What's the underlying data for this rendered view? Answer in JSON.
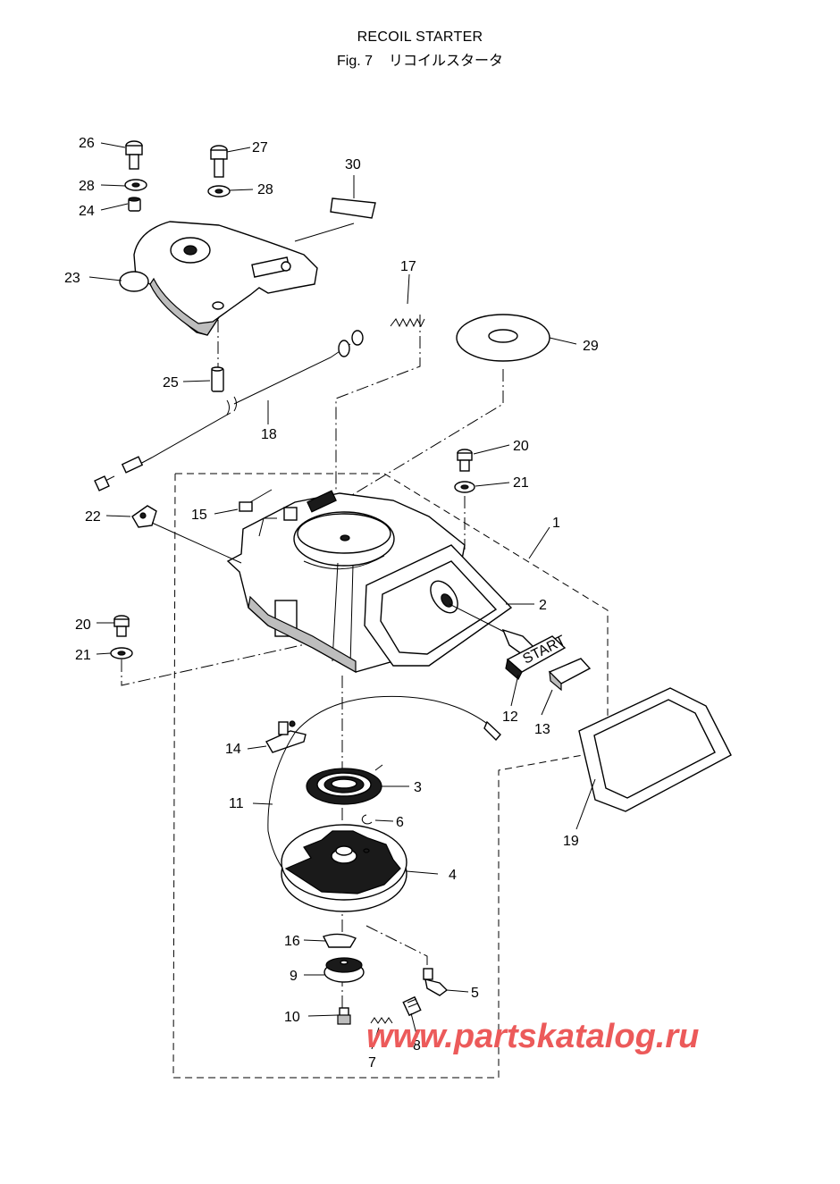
{
  "header": {
    "title": "RECOIL STARTER",
    "fig_label": "Fig. 7",
    "jp_title": "リコイルスタータ"
  },
  "callouts": {
    "c1": "1",
    "c2": "2",
    "c3": "3",
    "c4": "4",
    "c5": "5",
    "c6": "6",
    "c7": "7",
    "c8": "8",
    "c9": "9",
    "c10": "10",
    "c11": "11",
    "c12": "12",
    "c13": "13",
    "c14": "14",
    "c15": "15",
    "c16": "16",
    "c17": "17",
    "c18": "18",
    "c19": "19",
    "c20a": "20",
    "c20b": "20",
    "c21a": "21",
    "c21b": "21",
    "c22": "22",
    "c23": "23",
    "c24": "24",
    "c25": "25",
    "c26": "26",
    "c27": "27",
    "c28a": "28",
    "c28b": "28",
    "c29": "29",
    "c30": "30"
  },
  "handle_text": "START",
  "watermark": "www.partskatalog.ru"
}
